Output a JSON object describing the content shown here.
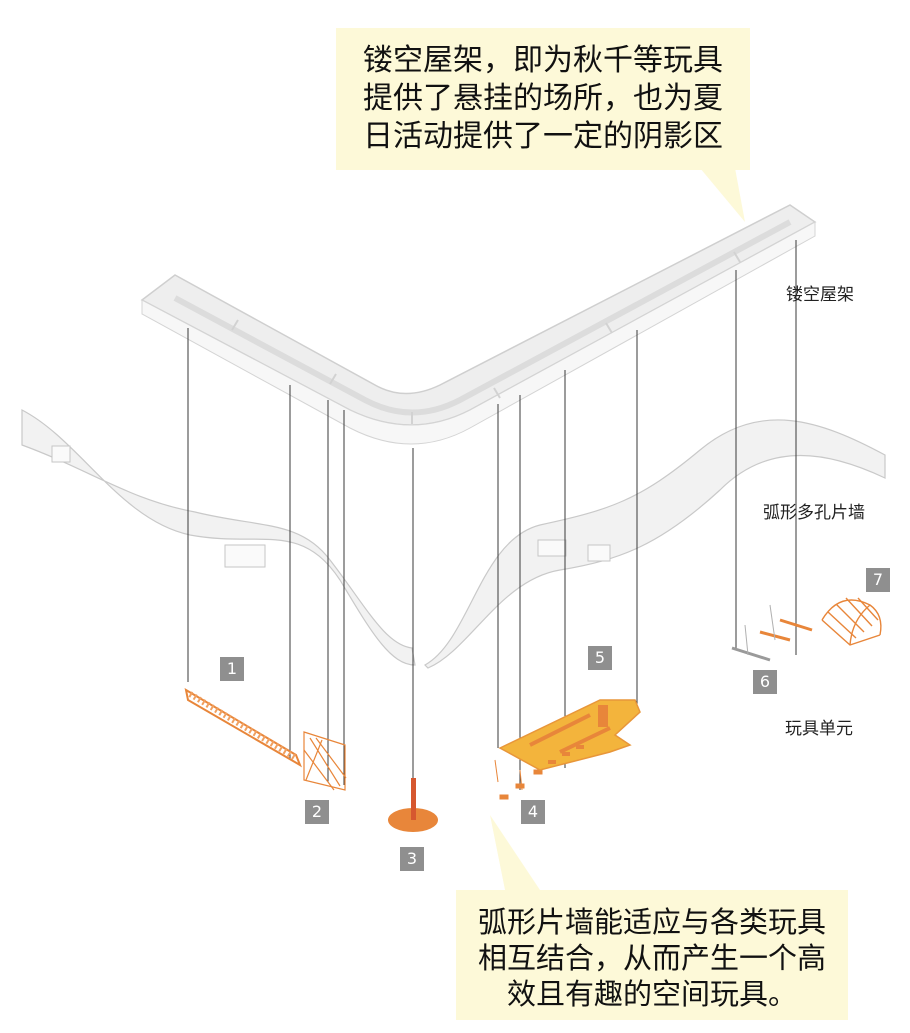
{
  "callouts": {
    "roof": "镂空屋架，即为秋千等玩具\n提供了悬挂的场所，也为夏\n日活动提供了一定的阴影区",
    "wall": "弧形片墙能适应与各类玩具\n相互结合，从而产生一个高\n效且有趣的空间玩具。"
  },
  "layer_labels": {
    "roof": "镂空屋架",
    "wall": "弧形多孔片墙",
    "toys": "玩具单元"
  },
  "toy_numbers": [
    "1",
    "2",
    "3",
    "4",
    "5",
    "6",
    "7"
  ],
  "colors": {
    "roof_fill": "#efefef",
    "roof_edge": "#cfcfcf",
    "wall_fill": "#f1f1f1",
    "toy_orange": "#e8863a",
    "toy_yellow": "#f3b43c",
    "callout_bg": "#fdf9d8",
    "tag_gray": "#8f8f8f"
  }
}
